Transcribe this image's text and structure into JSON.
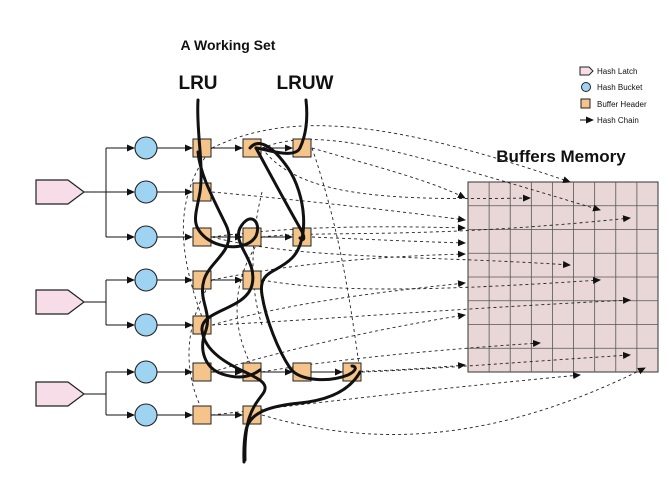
{
  "title": "A Working Set",
  "lists": {
    "lru": "LRU",
    "lruw": "LRUW"
  },
  "memory": {
    "label": "Buffers Memory",
    "rows": 8,
    "cols": 9
  },
  "legend": {
    "hash_latch": "Hash Latch",
    "hash_bucket": "Hash Bucket",
    "buffer_header": "Buffer Header",
    "hash_chain": "Hash Chain"
  },
  "colors": {
    "latch_fill": "#f6dde8",
    "bucket_fill": "#9fd3f2",
    "header_fill": "#f4c48a",
    "memory_fill": "#e9d7d7"
  },
  "structure": {
    "latches": 3,
    "buckets": 7,
    "chain_lengths": [
      3,
      1,
      3,
      2,
      1,
      4,
      2
    ]
  }
}
